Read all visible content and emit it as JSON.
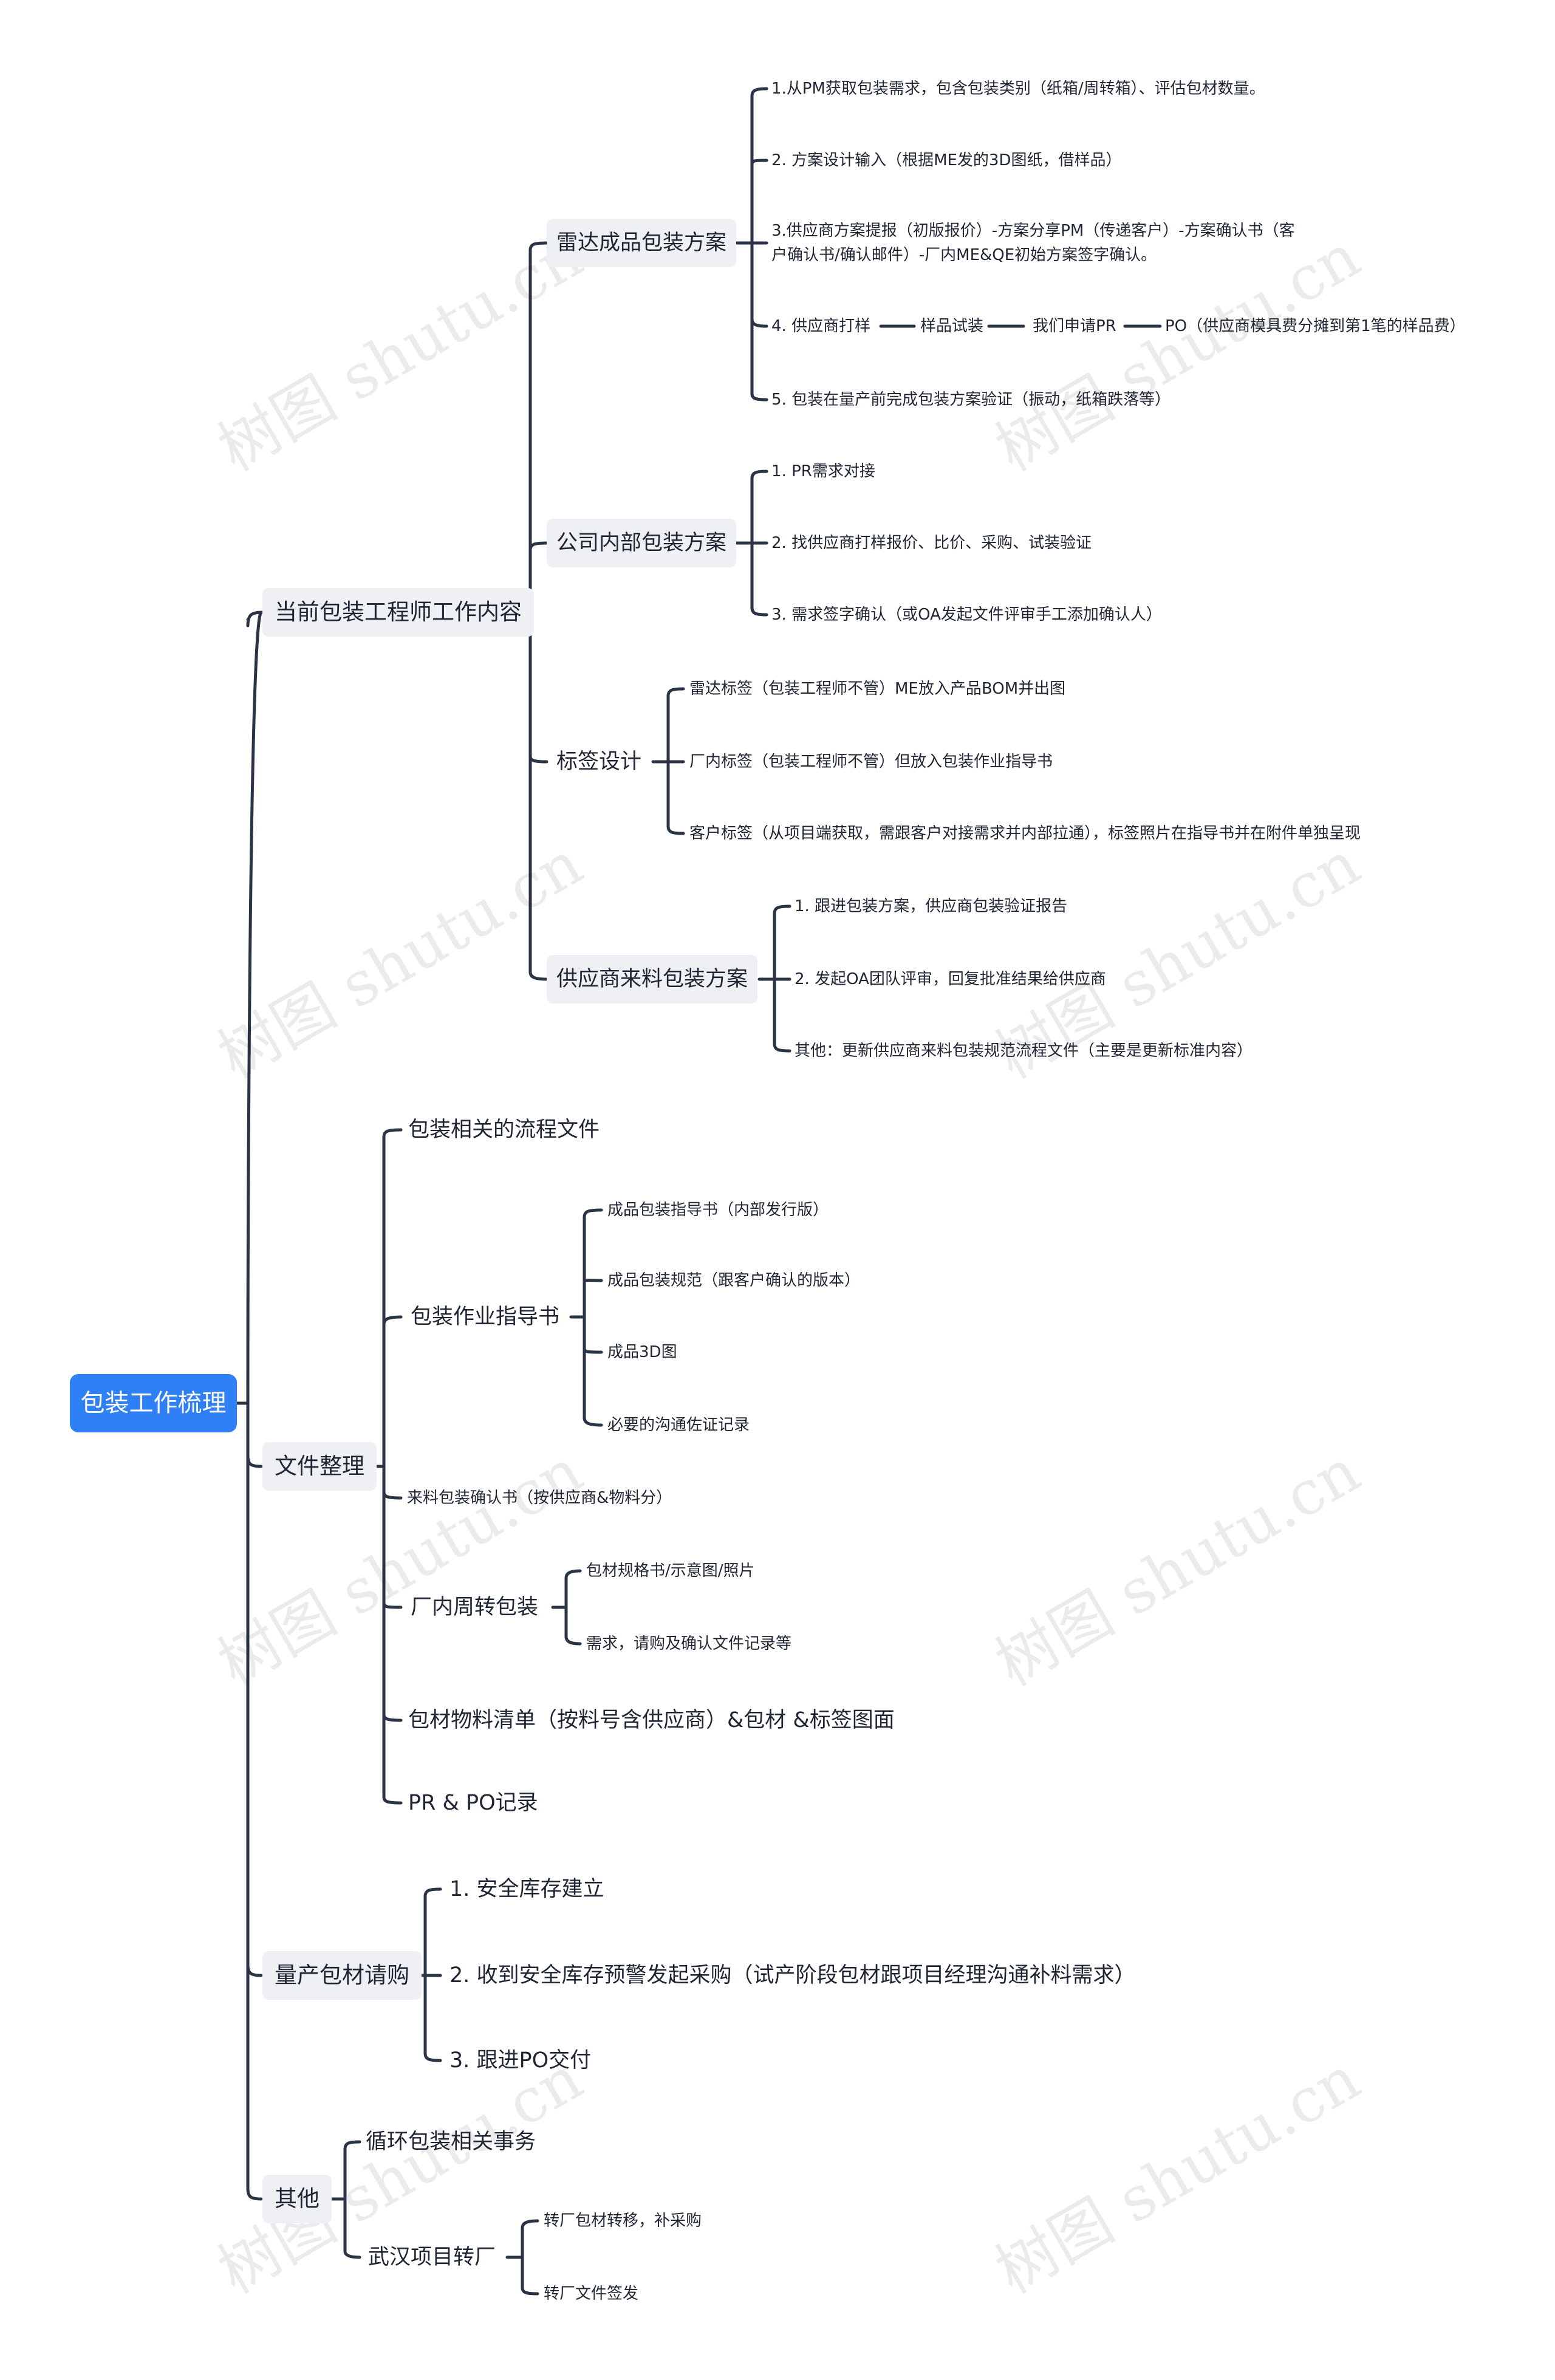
{
  "root": "包装工作梳理",
  "watermark": "树图 shutu.cn",
  "b1": {
    "label": "当前包装工程师工作内容",
    "radar": {
      "label": "雷达成品包装方案",
      "items": [
        "1.从PM获取包装需求，包含包装类别（纸箱/周转箱）、评估包材数量。",
        "2. 方案设计输入（根据ME发的3D图纸，借样品）",
        "3.供应商方案提报（初版报价）-方案分享PM（传递客户）-方案确认书（客户确认书/确认邮件）-厂内ME&QE初始方案签字确认。",
        "5. 包装在量产前完成包装方案验证（振动，纸箱跌落等）"
      ],
      "chain": [
        "4. 供应商打样",
        "样品试装",
        "我们申请PR",
        "PO（供应商模具费分摊到第1笔的样品费）"
      ]
    },
    "internal": {
      "label": "公司内部包装方案",
      "items": [
        "1. PR需求对接",
        "2. 找供应商打样报价、比价、采购、试装验证",
        "3. 需求签字确认（或OA发起文件评审手工添加确认人）"
      ]
    },
    "label_design": {
      "label": "标签设计",
      "items": [
        "雷达标签（包装工程师不管）ME放入产品BOM并出图",
        "厂内标签（包装工程师不管）但放入包装作业指导书",
        "客户标签（从项目端获取，需跟客户对接需求并内部拉通），标签照片在指导书并在附件单独呈现"
      ]
    },
    "supplier": {
      "label": "供应商来料包装方案",
      "items": [
        "1. 跟进包装方案，供应商包装验证报告",
        "2. 发起OA团队评审，回复批准结果给供应商",
        "其他：更新供应商来料包装规范流程文件（主要是更新标准内容）"
      ]
    }
  },
  "b2": {
    "label": "文件整理",
    "flow_docs": "包装相关的流程文件",
    "wi": {
      "label": "包装作业指导书",
      "items": [
        "成品包装指导书（内部发行版）",
        "成品包装规范（跟客户确认的版本）",
        "成品3D图",
        "必要的沟通佐证记录"
      ]
    },
    "incoming": "来料包装确认书（按供应商&物料分）",
    "turnover": {
      "label": "厂内周转包装",
      "items": [
        "包材规格书/示意图/照片",
        "需求，请购及确认文件记录等"
      ]
    },
    "bom": "包材物料清单（按料号含供应商）&包材 &标签图面",
    "prpo": "PR & PO记录"
  },
  "b3": {
    "label": "量产包材请购",
    "items": [
      "1. 安全库存建立",
      "2. 收到安全库存预警发起采购（试产阶段包材跟项目经理沟通补料需求）",
      "3. 跟进PO交付"
    ]
  },
  "b4": {
    "label": "其他",
    "loop": "循环包装相关事务",
    "wuhan": {
      "label": "武汉项目转厂",
      "items": [
        "转厂包材转移，补采购",
        "转厂文件签发"
      ]
    }
  }
}
